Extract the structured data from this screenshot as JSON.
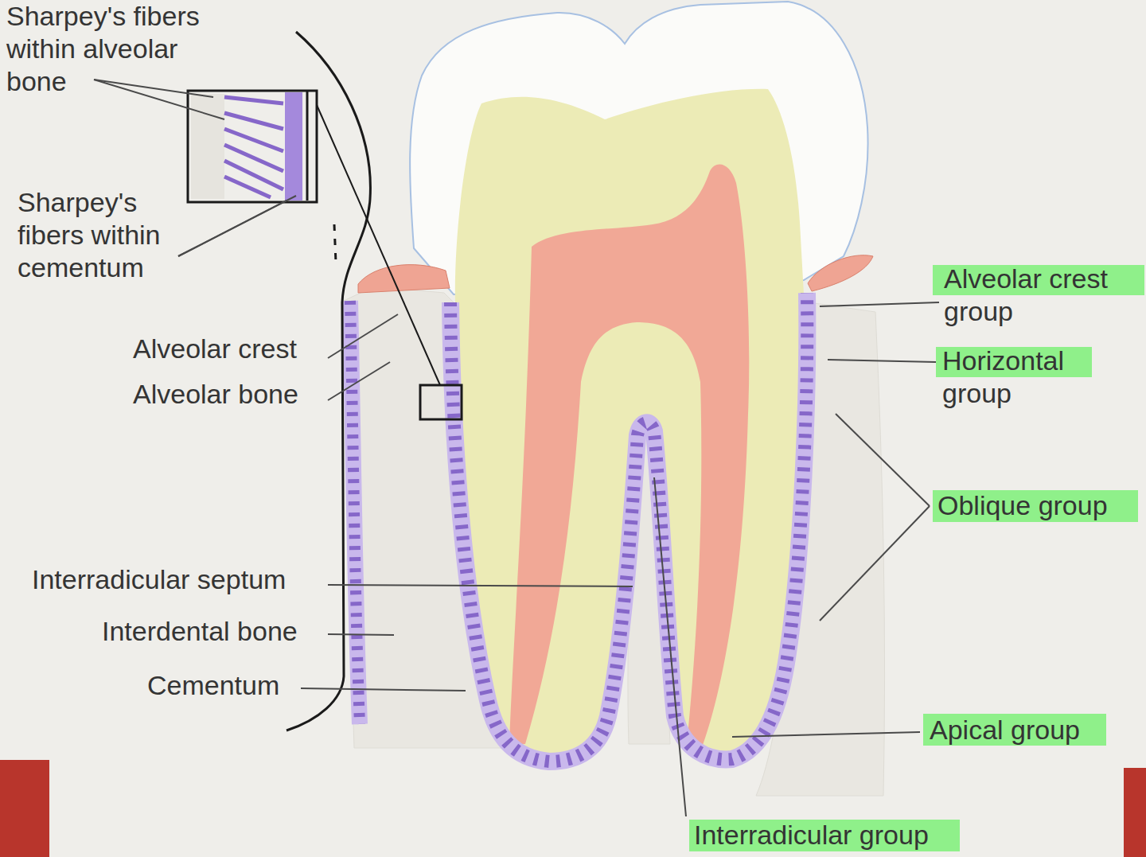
{
  "diagram": {
    "labels": [
      "Sharpey's fibers within alveolar bone",
      "Sharpey's fibers within cementum",
      "Alveolar crest",
      "Alveolar bone",
      "Interradicular septum",
      "Interdental bone",
      "Cementum",
      "Alveolar crest group",
      "Horizontal group",
      "Oblique group",
      "Apical group",
      "Interradicular group"
    ]
  }
}
